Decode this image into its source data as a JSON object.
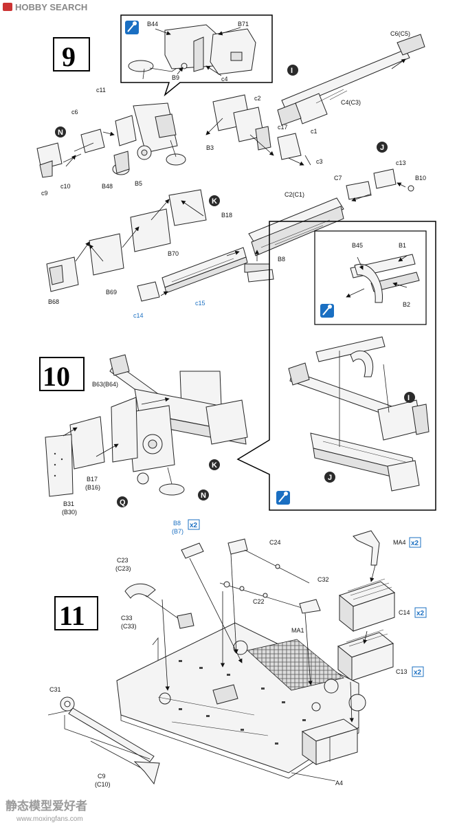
{
  "watermark": {
    "top": "HOBBY SEARCH",
    "bottom_cn": "静态模型爱好者",
    "bottom_url": "www.moxingfans.com"
  },
  "steps": {
    "s9": "9",
    "s10": "10",
    "s11": "11"
  },
  "callouts": {
    "N1": "N",
    "I1": "I",
    "J1": "J",
    "K1": "K",
    "I2": "I",
    "J2": "J",
    "K2": "K",
    "N2": "N",
    "Q": "Q"
  },
  "multipliers": {
    "b8": "x2",
    "ma4": "x2",
    "c14": "x2",
    "c13": "x2"
  },
  "labels": {
    "B44": "B44",
    "B71": "B71",
    "B9": "B9",
    "c4": "c4",
    "C6": "C6(C5)",
    "C4": "C4(C3)",
    "c11": "c11",
    "c6": "c6",
    "c2": "c2",
    "c17": "c17",
    "c1": "c1",
    "c3": "c3",
    "B3": "B3",
    "c13": "c13",
    "B10": "B10",
    "C7": "C7",
    "c9": "c9",
    "c10": "c10",
    "B48": "B48",
    "B5": "B5",
    "C2": "C2(C1)",
    "B18": "B18",
    "B70": "B70",
    "B68": "B68",
    "B69": "B69",
    "B8": "B8",
    "c14": "c14",
    "c15": "c15",
    "B45": "B45",
    "B1": "B1",
    "B2": "B2",
    "B63": "B63(B64)",
    "B17": "B17",
    "B16": "(B16)",
    "B31": "B31",
    "B30": "(B30)",
    "B8b": "B8",
    "B7b": "(B7)",
    "C24": "C24",
    "MA4": "MA4",
    "C23": "C23",
    "C23b": "(C23)",
    "C32": "C32",
    "C22": "C22",
    "C33": "C33",
    "C33b": "(C33)",
    "MA1": "MA1",
    "C14": "C14",
    "C13": "C13",
    "C31": "C31",
    "C9": "C9",
    "C10": "(C10)",
    "A4": "A4"
  },
  "colors": {
    "accent_blue": "#1a6fc2",
    "callout_dark": "#2b2b2b"
  }
}
